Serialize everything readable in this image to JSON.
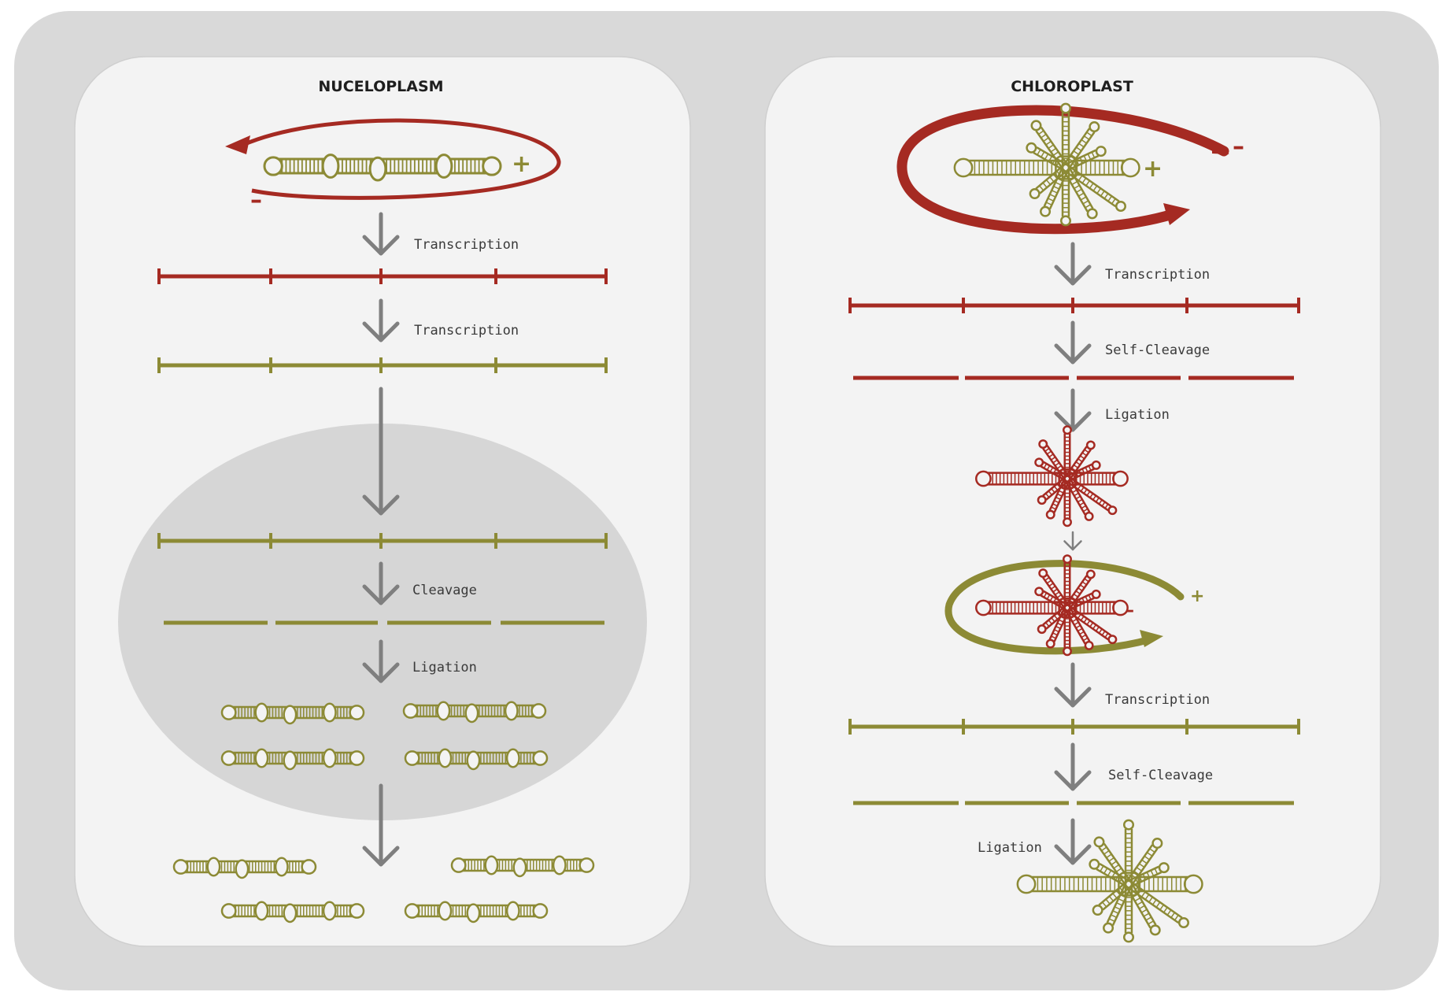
{
  "colors": {
    "outer_bg": "#d9d9d9",
    "panel_bg": "#f3f3f3",
    "nucleus_bg": "#d6d6d6",
    "minus_strand": "#a52a22",
    "plus_strand": "#8c8a35",
    "arrow": "#7f7f7f"
  },
  "panels": {
    "left": {
      "title": "NUCELOPLASM",
      "plus_sign": "+",
      "minus_sign": "–",
      "steps": {
        "transcription_1": "Transcription",
        "transcription_2": "Transcription",
        "cleavage": "Cleavage",
        "ligation": "Ligation"
      }
    },
    "right": {
      "title": "CHLOROPLAST",
      "plus_sign_1": "+",
      "minus_sign_1": "–",
      "plus_sign_2": "+",
      "minus_sign_2": "–",
      "steps": {
        "transcription_1": "Transcription",
        "self_cleavage_1": "Self-Cleavage",
        "ligation_1": "Ligation",
        "transcription_2": "Transcription",
        "self_cleavage_2": "Self-Cleavage",
        "ligation_2": "Ligation"
      }
    }
  }
}
